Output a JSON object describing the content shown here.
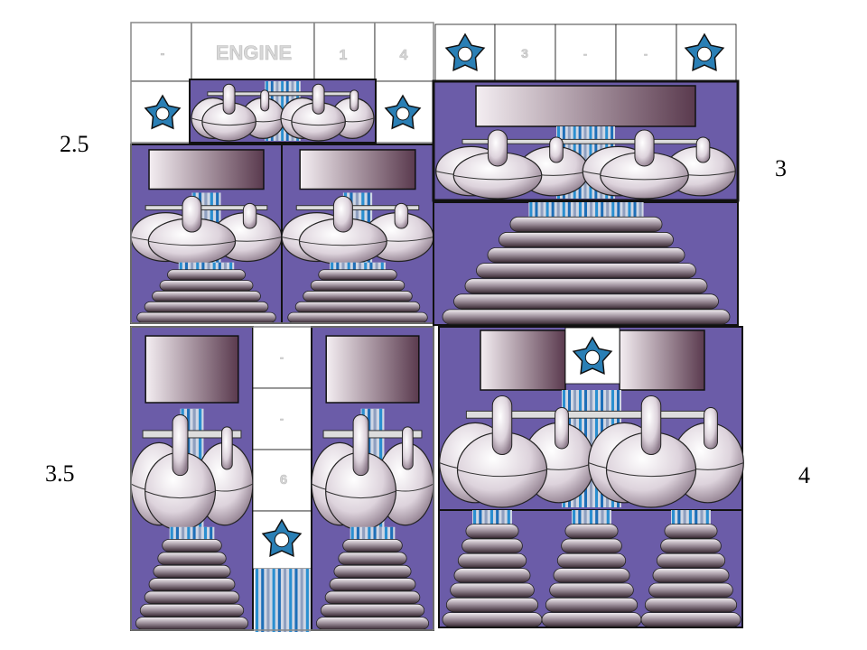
{
  "scale_labels": [
    "2.5",
    "3",
    "3.5",
    "4"
  ],
  "tiles": {
    "panel_a": [
      "-",
      "ENGINE",
      "1",
      "4"
    ],
    "panel_b": [
      "3",
      "-",
      "-"
    ],
    "panel_c": [
      "-",
      "-",
      "6"
    ]
  },
  "colors": {
    "purple": "#6b5ca8",
    "metal_light": "#ece6ec",
    "metal_dark": "#5a3a4e",
    "stripe_blue": "#2a8fd0",
    "star_blue": "#2a7fb5"
  }
}
